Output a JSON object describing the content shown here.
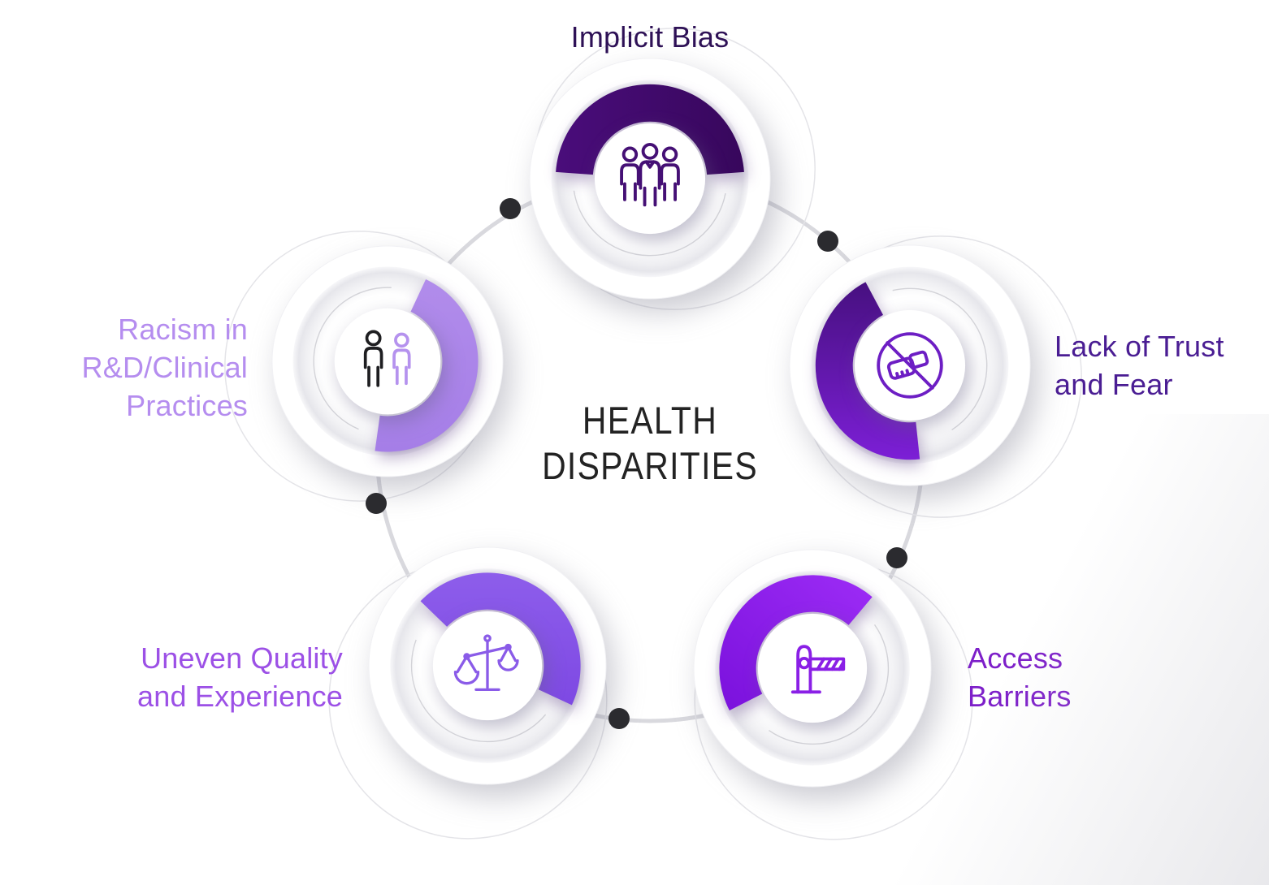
{
  "diagram": {
    "center_title_line1": "HEALTH",
    "center_title_line2": "DISPARITIES",
    "title_color": "#232323",
    "connector_line_color": "#d9d9de",
    "connector_dot_color": "#2b2b2f"
  },
  "nodes": [
    {
      "label": "Implicit Bias",
      "icon": "people-group-icon",
      "label_color": "#2e1156",
      "arc_gradient": [
        "#4a0d7b",
        "#37075c"
      ],
      "icon_color": "#451075"
    },
    {
      "label": "Lack of Trust and Fear",
      "icon": "no-handshake-icon",
      "label_color": "#4a1d93",
      "arc_gradient": [
        "#471080",
        "#7c1fd6"
      ],
      "icon_color": "#6d1ec4"
    },
    {
      "label": "Access Barriers",
      "icon": "barrier-icon",
      "label_color": "#7d1fc9",
      "arc_gradient": [
        "#9d2cf6",
        "#7a11dc"
      ],
      "icon_color": "#8a1fe6"
    },
    {
      "label": "Uneven Quality and Experience",
      "icon": "scales-icon",
      "label_color": "#9c50e6",
      "arc_gradient": [
        "#8d5deb",
        "#7e49e3"
      ],
      "icon_color": "#8a5be8"
    },
    {
      "label": "Racism in R&D/Clinical Practices",
      "icon": "two-people-icon",
      "label_color": "#b58def",
      "arc_gradient": [
        "#b18ceb",
        "#a57ee7"
      ],
      "icon_color": "#1e1e21",
      "icon_color_secondary": "#b592ee"
    }
  ]
}
